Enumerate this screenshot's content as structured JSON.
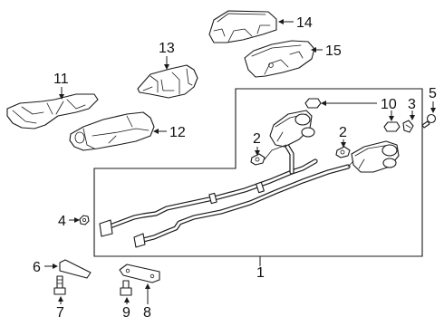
{
  "diagram": {
    "colors": {
      "line": "#1a1a1a",
      "background": "#ffffff"
    },
    "callouts": [
      {
        "id": "c1",
        "label": "1",
        "part": "exhaust-system-assembly"
      },
      {
        "id": "c2a",
        "label": "2",
        "part": "exhaust-hanger-left"
      },
      {
        "id": "c2b",
        "label": "2",
        "part": "exhaust-hanger-right"
      },
      {
        "id": "c3",
        "label": "3",
        "part": "tailpipe-bracket"
      },
      {
        "id": "c4",
        "label": "4",
        "part": "nut"
      },
      {
        "id": "c5",
        "label": "5",
        "part": "bolt-with-washer"
      },
      {
        "id": "c6",
        "label": "6",
        "part": "support-bracket"
      },
      {
        "id": "c7",
        "label": "7",
        "part": "bolt-lower-left"
      },
      {
        "id": "c8",
        "label": "8",
        "part": "strap-bracket"
      },
      {
        "id": "c9",
        "label": "9",
        "part": "stud"
      },
      {
        "id": "c10",
        "label": "10",
        "part": "rubber-insulator"
      },
      {
        "id": "c11",
        "label": "11",
        "part": "heat-shield-left-front"
      },
      {
        "id": "c12",
        "label": "12",
        "part": "heat-shield-left-rear"
      },
      {
        "id": "c13",
        "label": "13",
        "part": "heat-shield-center"
      },
      {
        "id": "c14",
        "label": "14",
        "part": "heat-shield-upper"
      },
      {
        "id": "c15",
        "label": "15",
        "part": "heat-shield-right"
      }
    ]
  }
}
